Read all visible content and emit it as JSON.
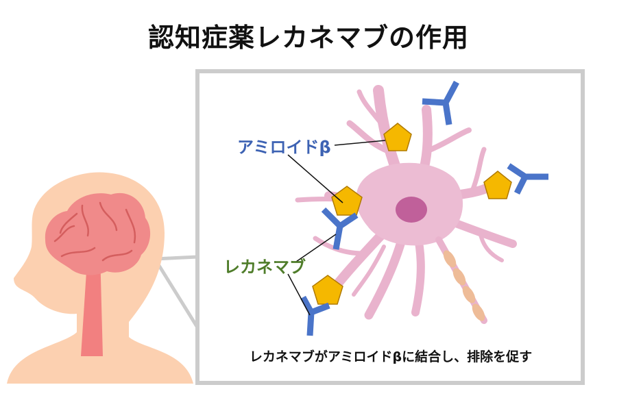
{
  "title": "認知症薬レカネマブの作用",
  "labels": {
    "amyloid": "アミロイドβ",
    "lecanemab": "レカネマブ"
  },
  "caption": "レカネマブがアミロイドβに結合し、排除を促す",
  "colors": {
    "amyloid_label": "#3d62b3",
    "lecanemab_label": "#4f7d2a",
    "antibody": "#4a74c9",
    "amyloid_fill": "#f5b800",
    "amyloid_stroke": "#b07a00",
    "neuron": "#e9b3cd",
    "neuron_edge": "#c986aa",
    "nucleus": "#c0609a",
    "brain": "#f08a8a",
    "skin": "#fcd0b0",
    "frame": "#cccccc"
  },
  "icons": [
    "head-icon",
    "brain-icon",
    "neuron-icon",
    "amyloid-beta-icon",
    "antibody-icon"
  ]
}
